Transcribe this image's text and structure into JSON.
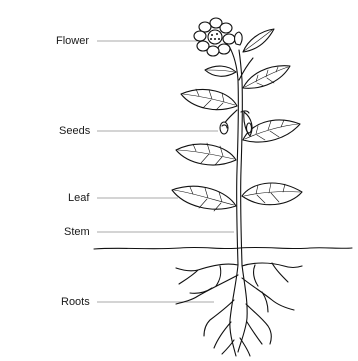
{
  "labels": {
    "flower": "Flower",
    "seeds": "Seeds",
    "leaf": "Leaf",
    "stem": "Stem",
    "roots": "Roots"
  }
}
